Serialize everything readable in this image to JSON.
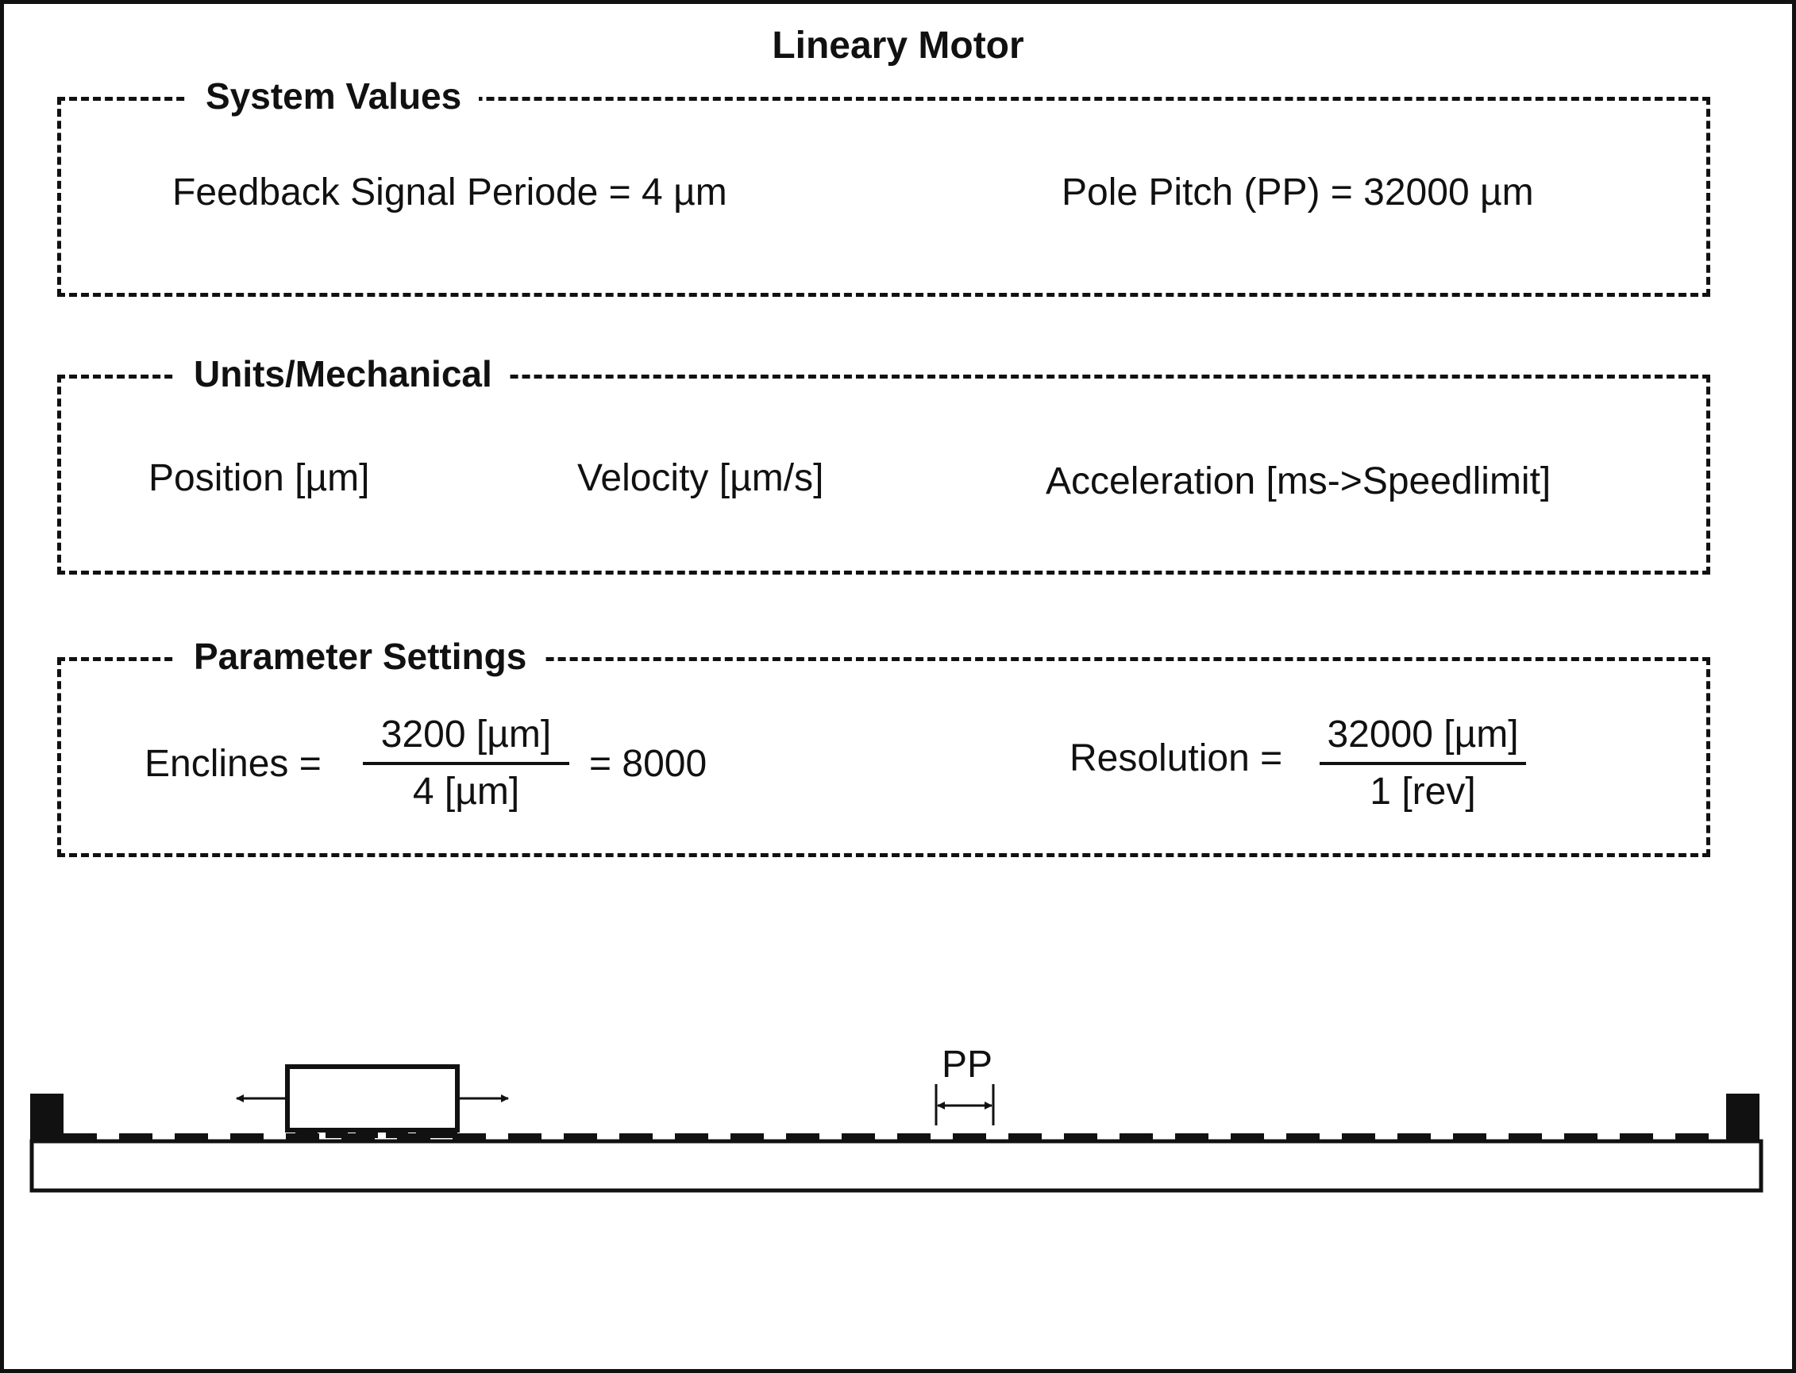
{
  "title": "Lineary Motor",
  "system_values": {
    "legend": "System Values",
    "feedback_signal": "Feedback Signal Periode = 4 µm",
    "pole_pitch": "Pole Pitch (PP) = 32000 µm"
  },
  "units_mechanical": {
    "legend": "Units/Mechanical",
    "position": "Position [µm]",
    "velocity": "Velocity [µm/s]",
    "acceleration": "Acceleration [ms->Speedlimit]"
  },
  "parameter_settings": {
    "legend": "Parameter Settings",
    "enclines": {
      "label": "Enclines =",
      "numerator": "3200 [µm]",
      "denominator": "4 [µm]",
      "result": "= 8000"
    },
    "resolution": {
      "label": "Resolution =",
      "numerator": "32000 [µm]",
      "denominator": "1 [rev]"
    }
  },
  "diagram": {
    "pp_label": "PP"
  }
}
